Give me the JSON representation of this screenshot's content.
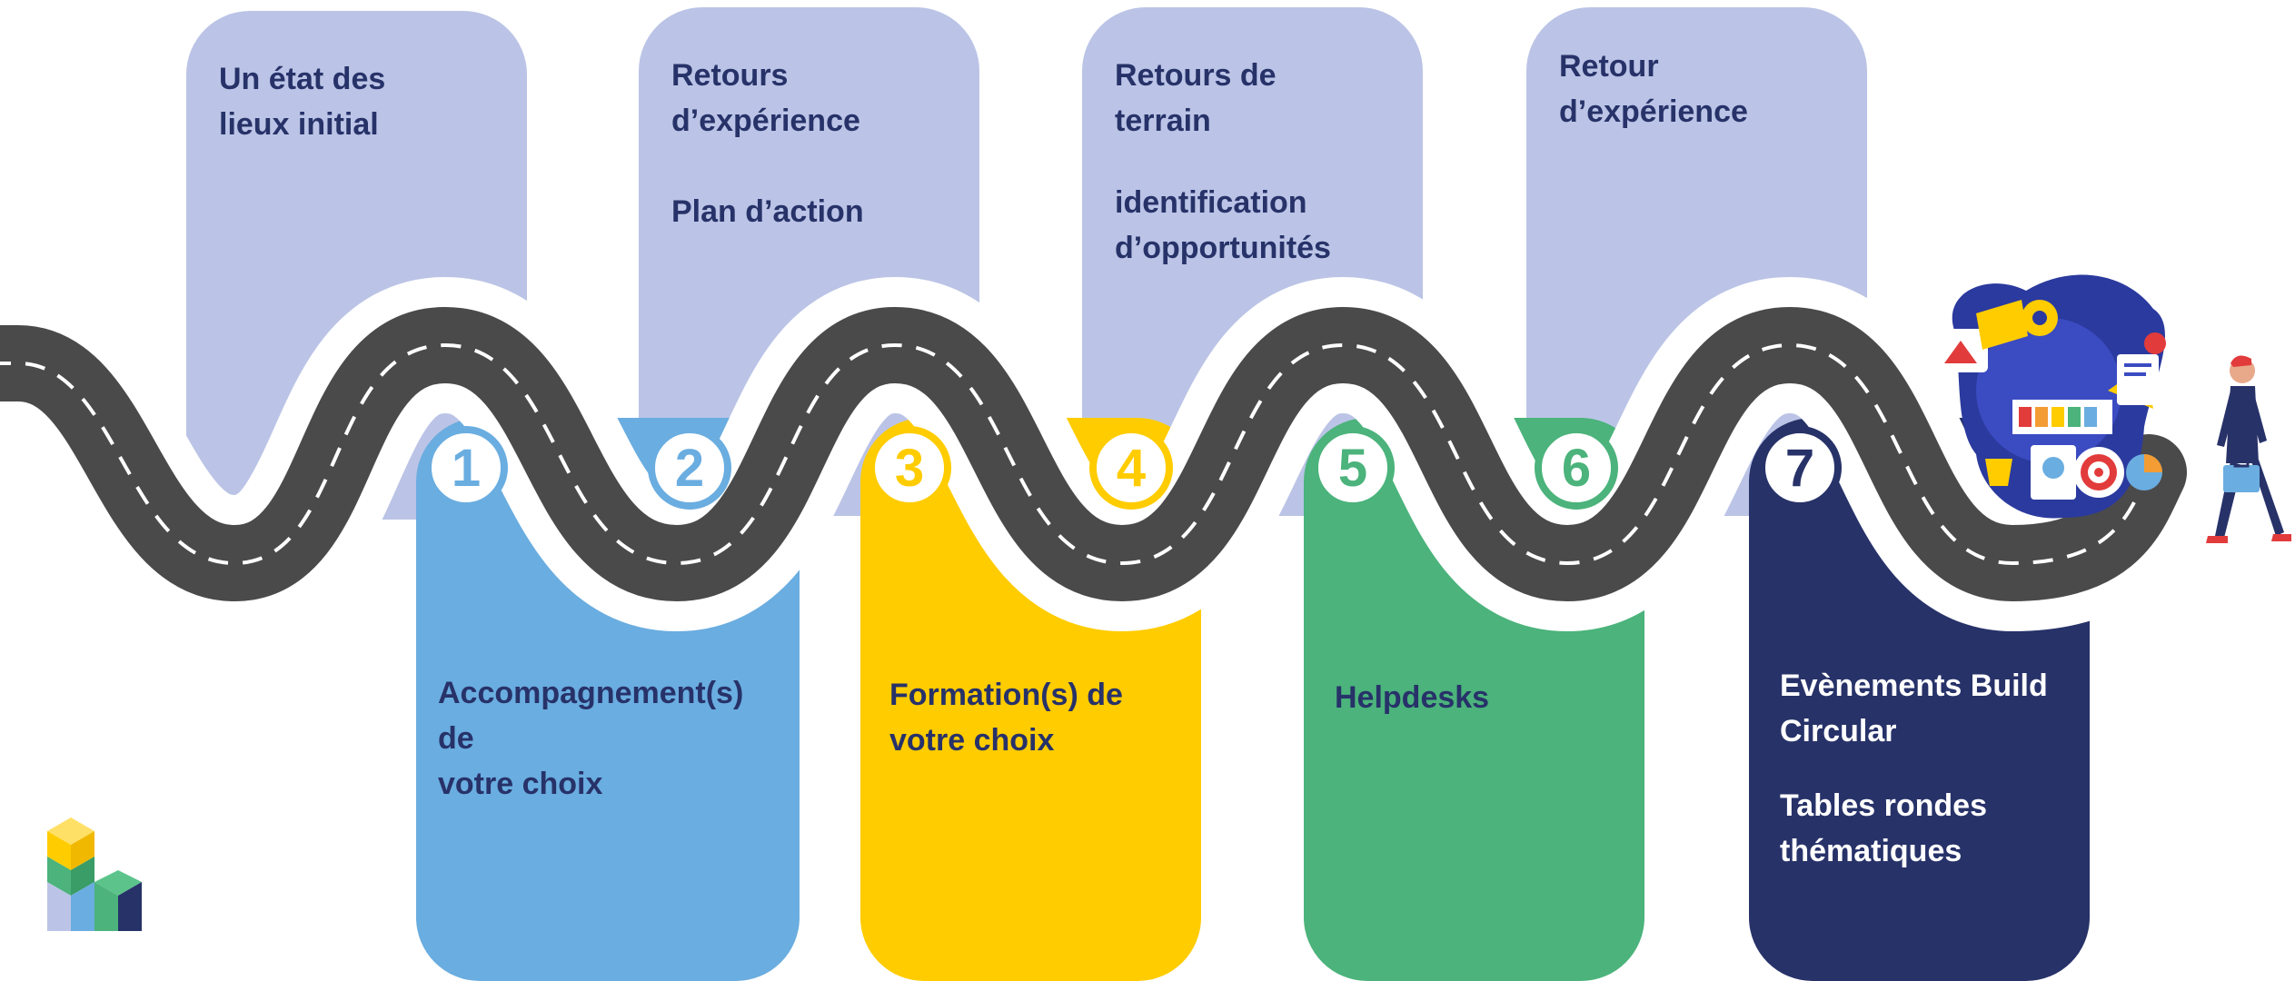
{
  "top_cards": [
    {
      "lines": [
        "Un état des",
        "lieux initial"
      ],
      "extra": []
    },
    {
      "lines": [
        "Retours",
        "d’expérience"
      ],
      "extra": [
        "Plan d’action"
      ]
    },
    {
      "lines": [
        "Retours de",
        "terrain"
      ],
      "extra": [
        "identification",
        "d’opportunités"
      ]
    },
    {
      "lines": [
        "Retour",
        "d’expérience"
      ],
      "extra": []
    }
  ],
  "bottom_cards": [
    {
      "lines": [
        "Accompagnement(s) de",
        "votre choix"
      ],
      "extra": [],
      "color": "#6AADE0",
      "text_color": "#273269"
    },
    {
      "lines": [
        "Formation(s) de",
        "votre choix"
      ],
      "extra": [],
      "color": "#FFCC00",
      "text_color": "#273269"
    },
    {
      "lines": [
        "Helpdesks"
      ],
      "extra": [],
      "color": "#4BB37B",
      "text_color": "#273269"
    },
    {
      "lines": [
        "Evènements Build",
        "Circular"
      ],
      "extra": [
        "Tables rondes",
        "thématiques"
      ],
      "color": "#273269",
      "text_color": "#ffffff"
    }
  ],
  "steps": [
    {
      "number": "1",
      "color": "#6AADE0"
    },
    {
      "number": "2",
      "color": "#6AADE0"
    },
    {
      "number": "3",
      "color": "#FFCC00"
    },
    {
      "number": "4",
      "color": "#FFCC00"
    },
    {
      "number": "5",
      "color": "#4BB37B"
    },
    {
      "number": "6",
      "color": "#4BB37B"
    },
    {
      "number": "7",
      "color": "#273269"
    }
  ],
  "colors": {
    "top_card": "#BBC4E6",
    "road": "#4A4A4A",
    "road_dash": "#ffffff",
    "navy": "#273269"
  },
  "icons": [
    "road-illustration",
    "walking-man-illustration",
    "tools-collage-illustration",
    "logo-cubes-icon"
  ]
}
